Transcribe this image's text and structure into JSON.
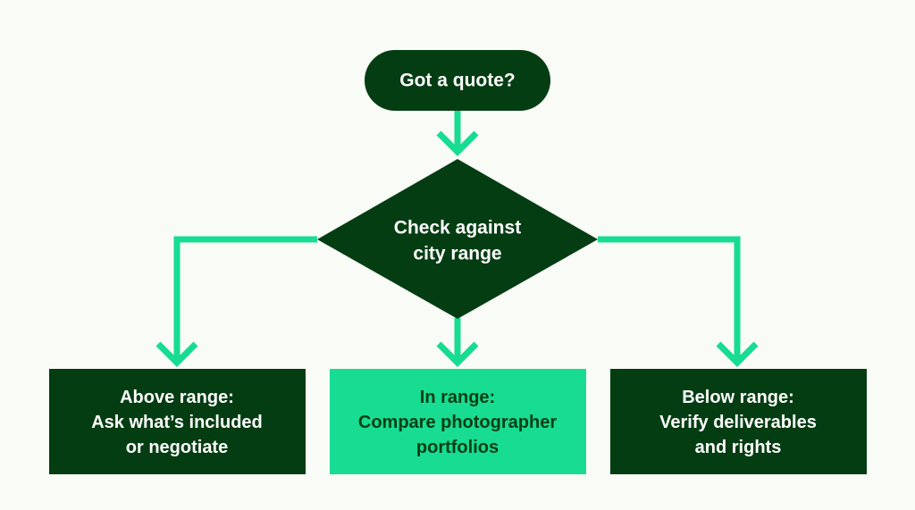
{
  "colors": {
    "background": "#f8fbf6",
    "dark_green": "#053d13",
    "accent_green": "#17dc92",
    "text_light": "#ffffff",
    "text_dark": "#053d13"
  },
  "start": {
    "label": "Got a quote?"
  },
  "decision": {
    "line1": "Check against",
    "line2": "city range"
  },
  "outcomes": [
    {
      "line1": "Above range:",
      "line2": "Ask what’s included",
      "line3": "or negotiate"
    },
    {
      "line1": "In range:",
      "line2": "Compare photographer",
      "line3": "portfolios"
    },
    {
      "line1": "Below range:",
      "line2": "Verify deliverables",
      "line3": "and rights"
    }
  ]
}
